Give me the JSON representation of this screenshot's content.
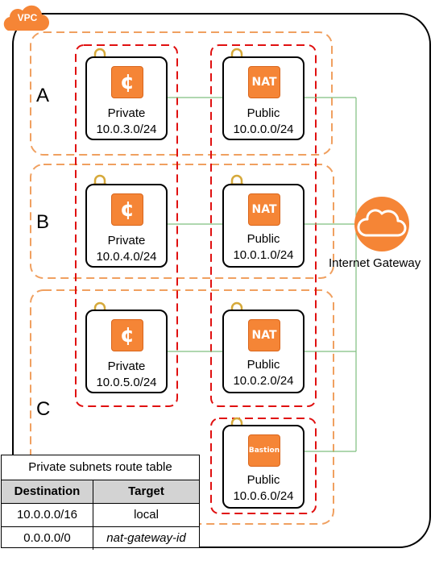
{
  "vpc": {
    "label": "VPC"
  },
  "availability_zones": [
    {
      "label": "A"
    },
    {
      "label": "B"
    },
    {
      "label": "C"
    }
  ],
  "subnets": [
    {
      "kind": "Private",
      "cidr": "10.0.3.0/24",
      "icon": "instance-icon",
      "icon_text": "¢"
    },
    {
      "kind": "Public",
      "cidr": "10.0.0.0/24",
      "icon": "nat-gateway-icon",
      "icon_text": "NAT"
    },
    {
      "kind": "Private",
      "cidr": "10.0.4.0/24",
      "icon": "instance-icon",
      "icon_text": "¢"
    },
    {
      "kind": "Public",
      "cidr": "10.0.1.0/24",
      "icon": "nat-gateway-icon",
      "icon_text": "NAT"
    },
    {
      "kind": "Private",
      "cidr": "10.0.5.0/24",
      "icon": "instance-icon",
      "icon_text": "¢"
    },
    {
      "kind": "Public",
      "cidr": "10.0.2.0/24",
      "icon": "nat-gateway-icon",
      "icon_text": "NAT"
    },
    {
      "kind": "Public",
      "cidr": "10.0.6.0/24",
      "icon": "bastion-icon",
      "icon_text": "Bastion"
    }
  ],
  "internet_gateway": {
    "label": "Internet Gateway"
  },
  "route_table": {
    "title": "Private subnets route table",
    "headers": [
      "Destination",
      "Target"
    ],
    "rows": [
      [
        "10.0.0.0/16",
        "local"
      ],
      [
        "0.0.0.0/0",
        "nat-gateway-id"
      ]
    ]
  },
  "colors": {
    "vpc_orange": "#f58536",
    "az_border": "#f0a060",
    "security_group": "#e01010",
    "connector": "#7fbf7f",
    "table_header": "#d3d3d3"
  }
}
